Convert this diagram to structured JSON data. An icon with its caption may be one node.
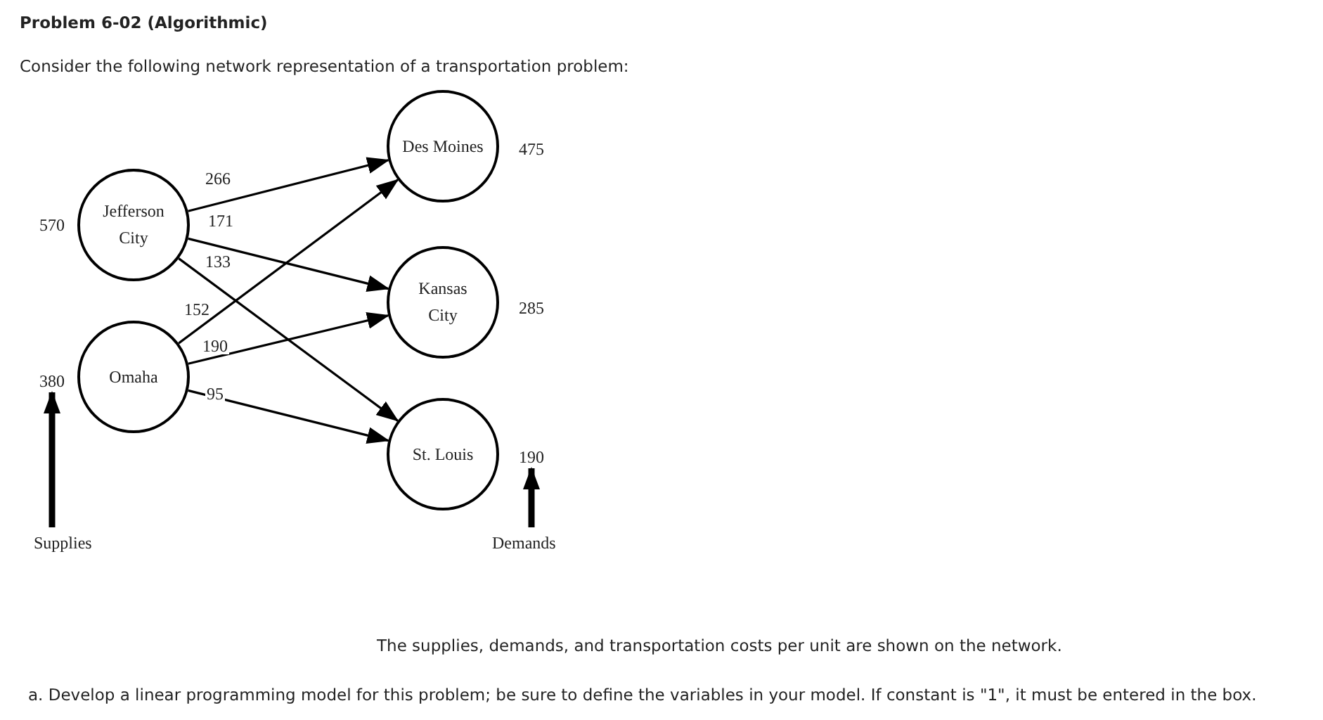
{
  "diagram": {
    "title": "Problem 6-02 (Algorithmic)",
    "nodes": [
      {
        "text": [
          "Jefferson City"
        ],
        "beside": [
          "570"
        ]
      },
      {
        "text": [
          "Omaha"
        ],
        "beside": [
          "380"
        ]
      },
      {
        "text": [
          "Des Moines"
        ],
        "beside": [
          "475"
        ]
      },
      {
        "text": [
          "Kansas City"
        ],
        "beside": [
          "285"
        ]
      },
      {
        "text": [
          "St. Louis"
        ],
        "beside": [
          "190"
        ]
      },
      {
        "text": [
          "Supplies"
        ]
      },
      {
        "text": [
          "Demands"
        ]
      }
    ],
    "edges": [
      {
        "from": 0,
        "to": 2,
        "arrow": "to",
        "label": "266"
      },
      {
        "from": 0,
        "to": 3,
        "arrow": "to",
        "label": "171"
      },
      {
        "from": 0,
        "to": 4,
        "arrow": "to",
        "label": "133"
      },
      {
        "from": 1,
        "to": 2,
        "arrow": "to",
        "label": "152"
      },
      {
        "from": 1,
        "to": 3,
        "arrow": "to",
        "label": "190"
      },
      {
        "from": 1,
        "to": 4,
        "arrow": "to",
        "label": "95"
      },
      {
        "from": 5,
        "to": 1,
        "arrow": "to",
        "style": "thick"
      },
      {
        "from": 6,
        "to": 4,
        "arrow": "to",
        "style": "thick"
      }
    ],
    "labels": [
      "Consider the following network representation of a transportation problem:",
      "The supplies, demands, and transportation costs per unit are shown on the network.",
      "a. Develop a linear programming model for this problem; be sure to define the variables in your model. If constant is \"1\", it must be entered in the box."
    ]
  }
}
